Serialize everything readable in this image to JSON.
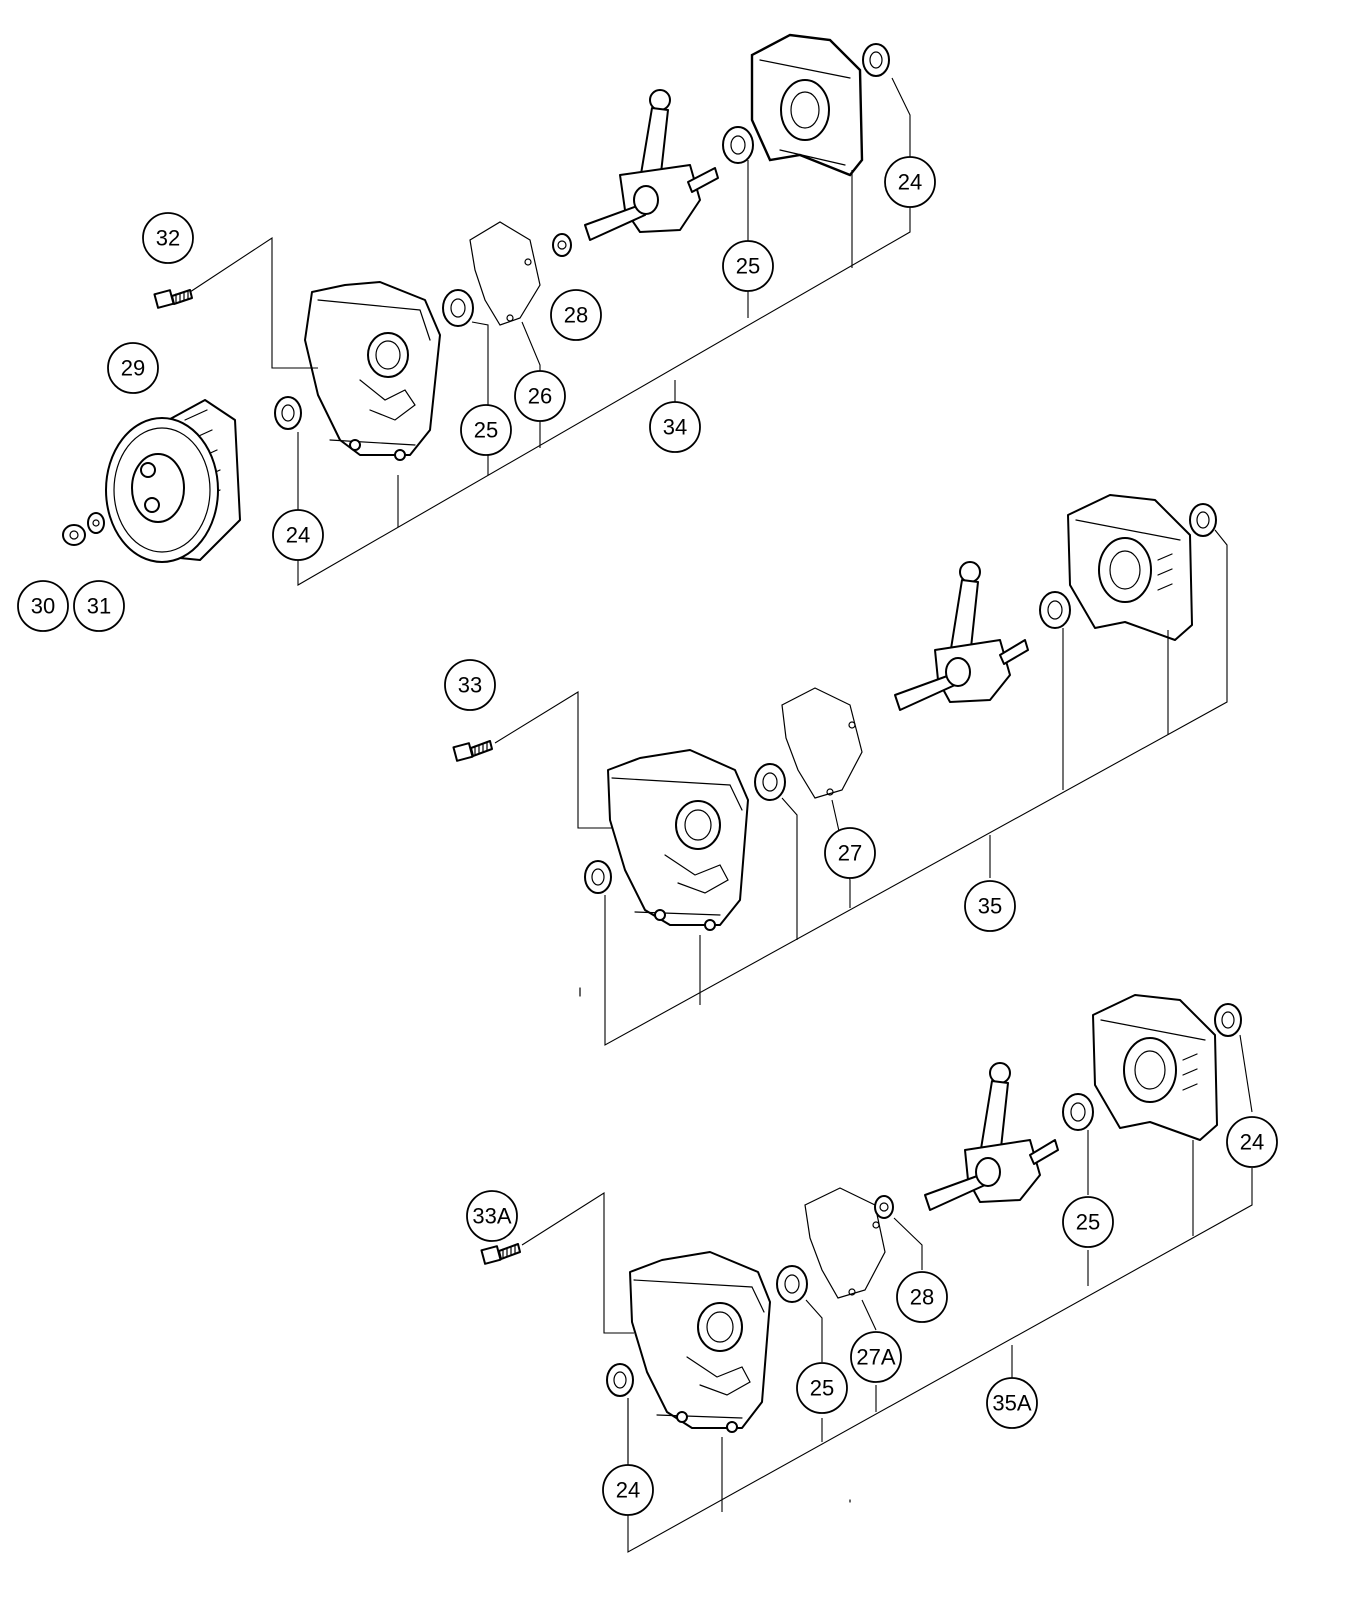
{
  "callouts": {
    "c24a": "24",
    "c24b": "24",
    "c24c": "24",
    "c24d": "24",
    "c25a": "25",
    "c25b": "25",
    "c25c": "25",
    "c25d": "25",
    "c26": "26",
    "c27": "27",
    "c27A": "27A",
    "c28a": "28",
    "c28b": "28",
    "c29": "29",
    "c30": "30",
    "c31": "31",
    "c32": "32",
    "c33": "33",
    "c33A": "33A",
    "c34": "34",
    "c35": "35",
    "c35A": "35A"
  }
}
